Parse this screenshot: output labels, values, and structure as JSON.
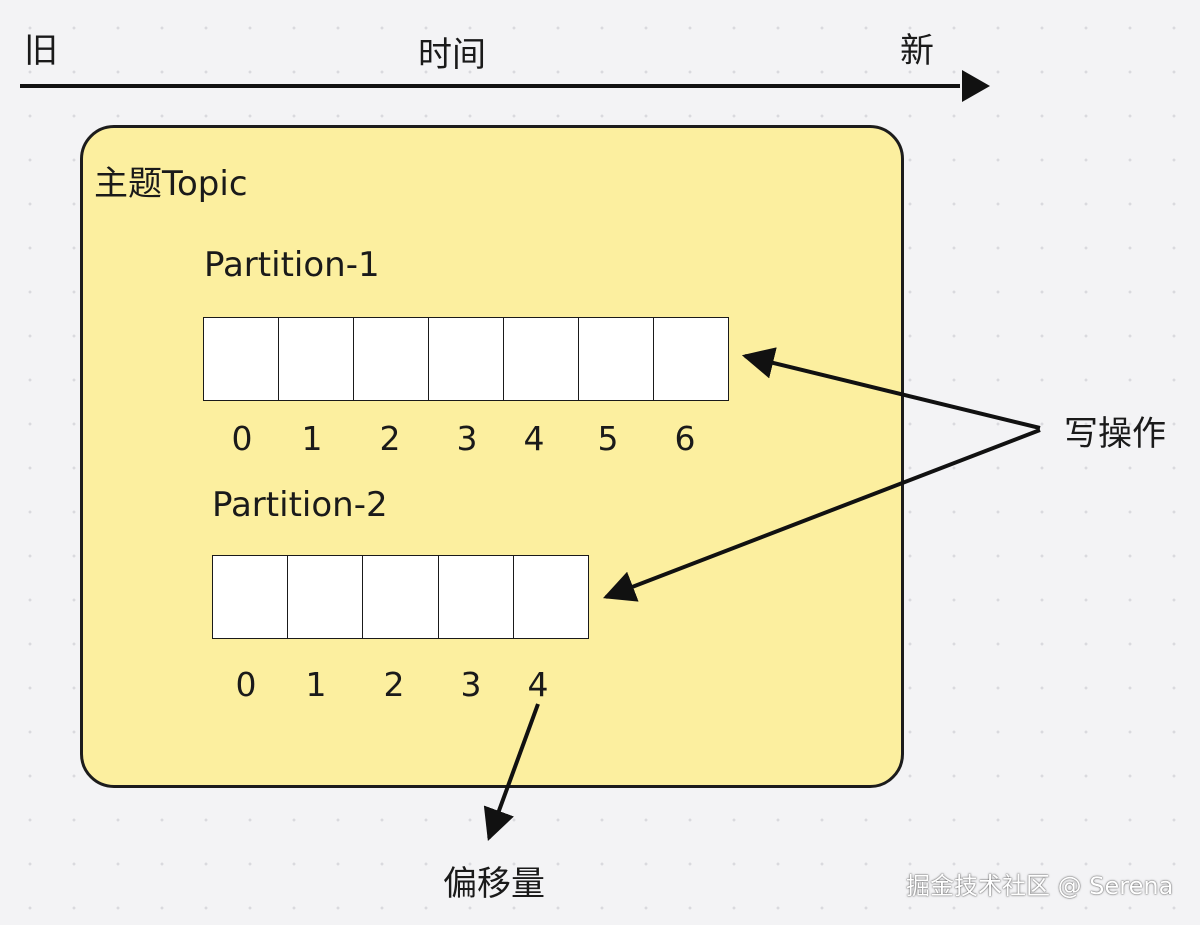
{
  "timeline": {
    "old_label": "旧",
    "time_label": "时间",
    "new_label": "新"
  },
  "topic": {
    "title": "主题Topic"
  },
  "partitions": [
    {
      "name": "Partition-1",
      "offsets": [
        "0",
        "1",
        "2",
        "3",
        "4",
        "5",
        "6"
      ]
    },
    {
      "name": "Partition-2",
      "offsets": [
        "0",
        "1",
        "2",
        "3",
        "4"
      ]
    }
  ],
  "annotations": {
    "write_label": "写操作",
    "offset_label": "偏移量"
  },
  "watermark": "掘金技术社区 @ Serena"
}
